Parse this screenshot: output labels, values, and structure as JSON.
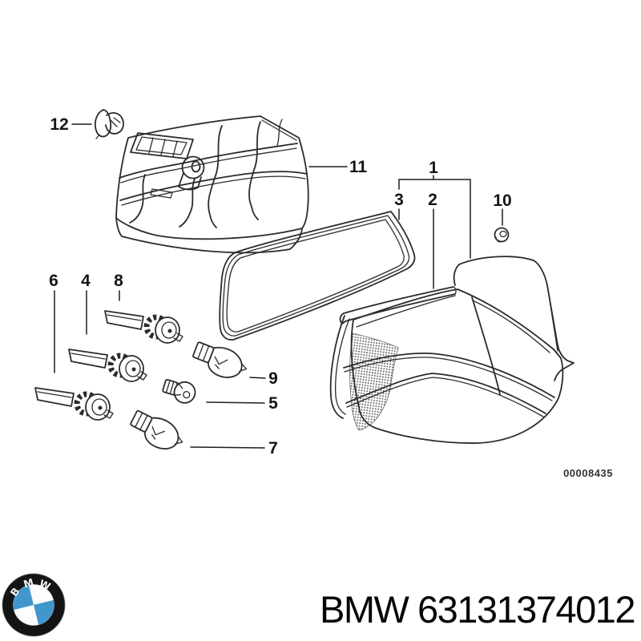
{
  "colors": {
    "ink": "#2b2b2b",
    "paper": "#ffffff",
    "logo_blue": "#4196ce",
    "logo_ring": "#141414"
  },
  "diagram": {
    "drawing_number": "00008435",
    "callouts": {
      "n1": "1",
      "n2": "2",
      "n3": "3",
      "n4": "4",
      "n5": "5",
      "n6": "6",
      "n7": "7",
      "n8": "8",
      "n9": "9",
      "n10": "10",
      "n11": "11",
      "n12": "12"
    }
  },
  "footer": {
    "part_label": "BMW 63131374012",
    "logo_letters": {
      "b": "B",
      "m": "M",
      "w": "W"
    }
  }
}
